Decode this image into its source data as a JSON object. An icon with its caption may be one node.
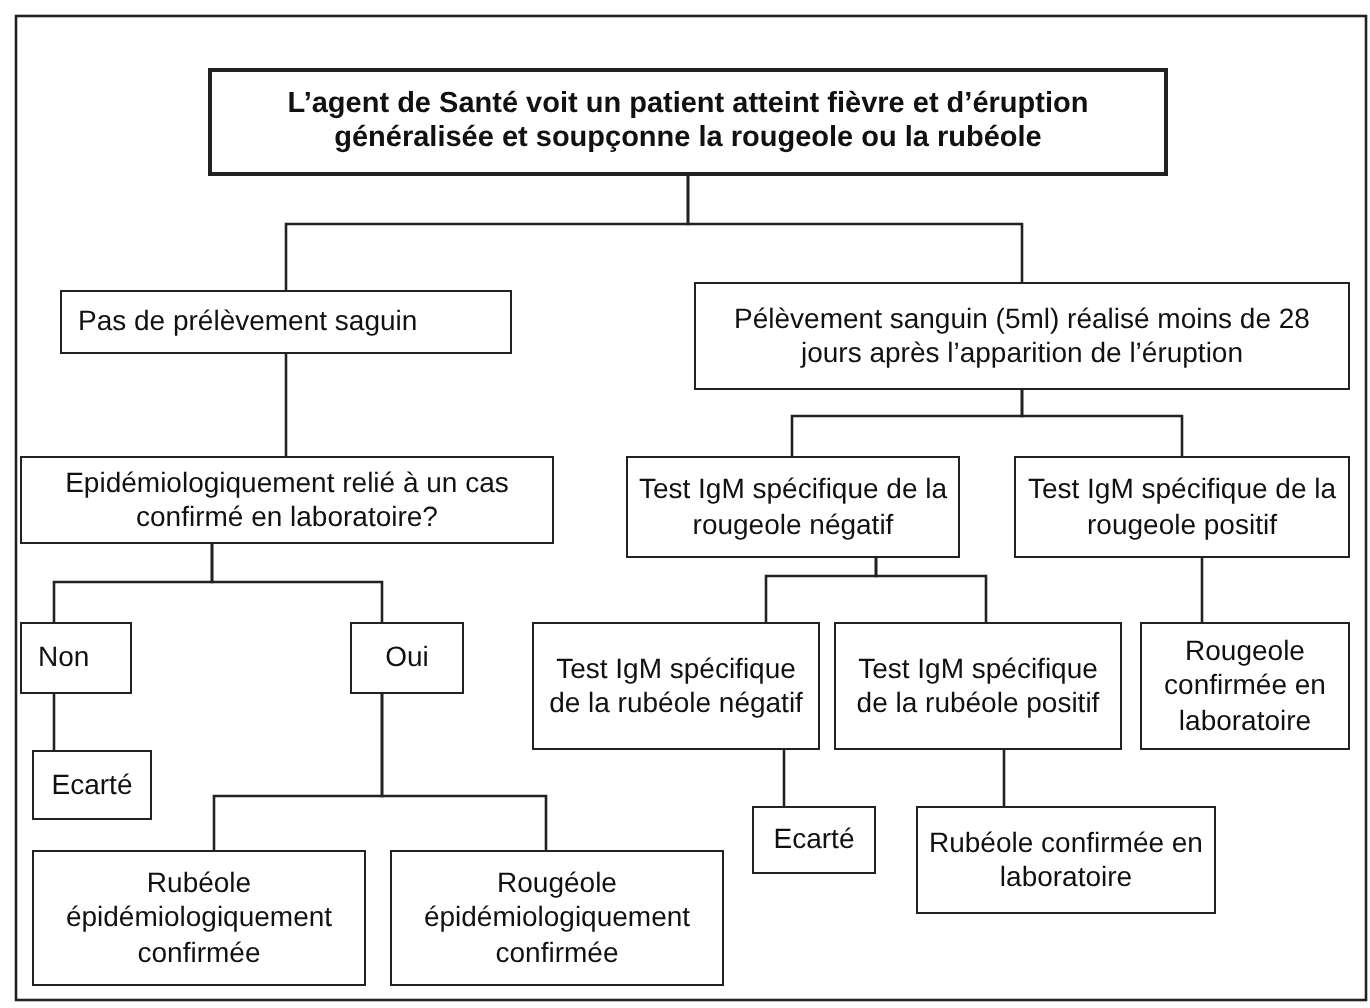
{
  "diagram": {
    "nodes": [
      {
        "text": [
          "L’agent de Santé voit un patient atteint fièvre et d’éruption généralisée et soupçonne la rougeole ou la rubéole"
        ]
      },
      {
        "text": [
          "Pas de prélèvement saguin"
        ]
      },
      {
        "text": [
          "Pélèvement sanguin (5ml) réalisé moins de 28 jours après l’apparition de l’éruption"
        ]
      },
      {
        "text": [
          "Epidémiologiquement relié à un cas confirmé en laboratoire?"
        ]
      },
      {
        "text": [
          "Test IgM spécifique de la rougeole négatif"
        ]
      },
      {
        "text": [
          "Test IgM spécifique de la rougeole positif"
        ]
      },
      {
        "text": [
          "Non"
        ]
      },
      {
        "text": [
          "Oui"
        ]
      },
      {
        "text": [
          "Test IgM spécifique de la rubéole négatif"
        ]
      },
      {
        "text": [
          "Test IgM spécifique de la rubéole positif"
        ]
      },
      {
        "text": [
          "Rougeole confirmée en laboratoire"
        ]
      },
      {
        "text": [
          "Ecarté"
        ]
      },
      {
        "text": [
          "Ecarté"
        ]
      },
      {
        "text": [
          "Rubéole confirmée en laboratoire"
        ]
      },
      {
        "text": [
          "Rubéole épidémiologiquement confirmée"
        ]
      },
      {
        "text": [
          "Rougéole épidémiologiquement confirmée"
        ]
      }
    ],
    "edges": [
      {
        "from": 0,
        "to": 1,
        "arrow": "none"
      },
      {
        "from": 0,
        "to": 2,
        "arrow": "none"
      },
      {
        "from": 1,
        "to": 3,
        "arrow": "none"
      },
      {
        "from": 2,
        "to": 4,
        "arrow": "none"
      },
      {
        "from": 2,
        "to": 5,
        "arrow": "none"
      },
      {
        "from": 3,
        "to": 6,
        "arrow": "none"
      },
      {
        "from": 3,
        "to": 7,
        "arrow": "none"
      },
      {
        "from": 4,
        "to": 8,
        "arrow": "none"
      },
      {
        "from": 4,
        "to": 9,
        "arrow": "none"
      },
      {
        "from": 5,
        "to": 10,
        "arrow": "none"
      },
      {
        "from": 6,
        "to": 11,
        "arrow": "none"
      },
      {
        "from": 7,
        "to": 14,
        "arrow": "none"
      },
      {
        "from": 7,
        "to": 15,
        "arrow": "none"
      },
      {
        "from": 8,
        "to": 12,
        "arrow": "none"
      },
      {
        "from": 9,
        "to": 13,
        "arrow": "none"
      }
    ]
  }
}
